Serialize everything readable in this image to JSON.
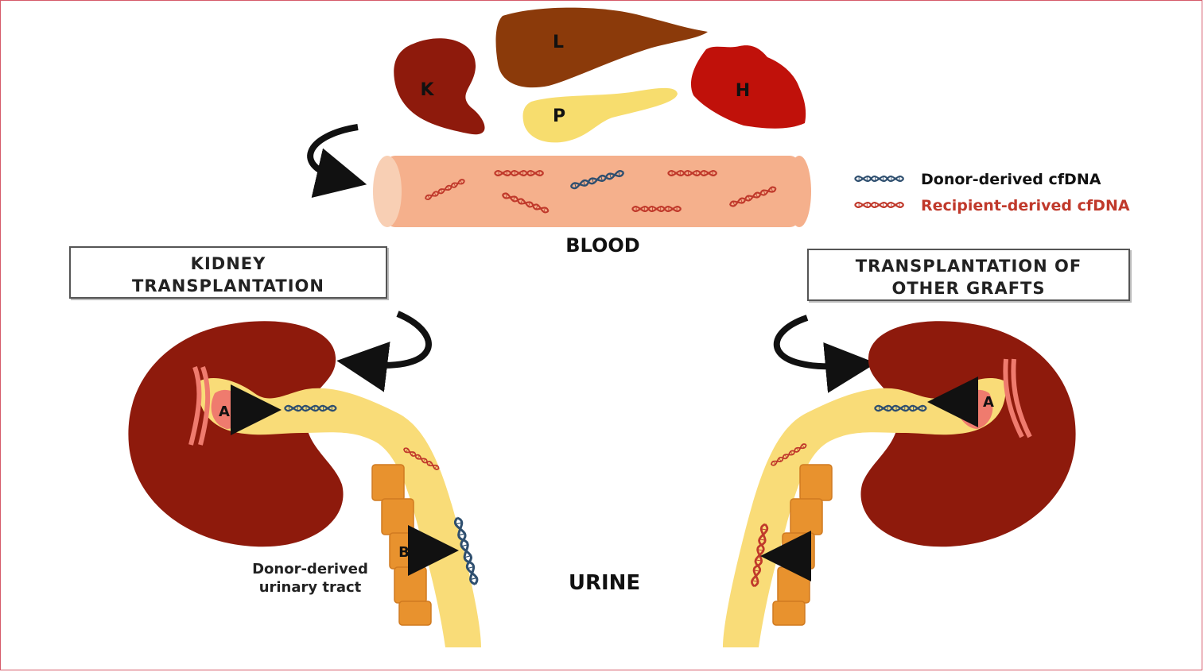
{
  "organs": {
    "kidney": "K",
    "liver": "L",
    "pancreas": "P",
    "heart": "H"
  },
  "legend": {
    "donor": "Donor-derived cfDNA",
    "recipient": "Recipient-derived cfDNA"
  },
  "labels": {
    "blood": "BLOOD",
    "urine": "URINE",
    "kidney_box_line1": "KIDNEY",
    "kidney_box_line2": "TRANSPLANTATION",
    "other_box_line1": "TRANSPLANTATION OF",
    "other_box_line2": "OTHER GRAFTS",
    "marker_a_left": "A",
    "marker_a_right": "A",
    "marker_b": "B",
    "urinary_line1": "Donor-derived",
    "urinary_line2": "urinary tract"
  },
  "colors": {
    "kidney": "#8e1a0c",
    "liver": "#8b3a0a",
    "pancreas": "#f7dd6e",
    "heart": "#c0110a",
    "vessel": "#f5b08c",
    "tubule": "#f9dc78",
    "donor_dna": "#2f4f6f",
    "recipient_dna": "#c0392b",
    "cells": "#e8922e"
  }
}
